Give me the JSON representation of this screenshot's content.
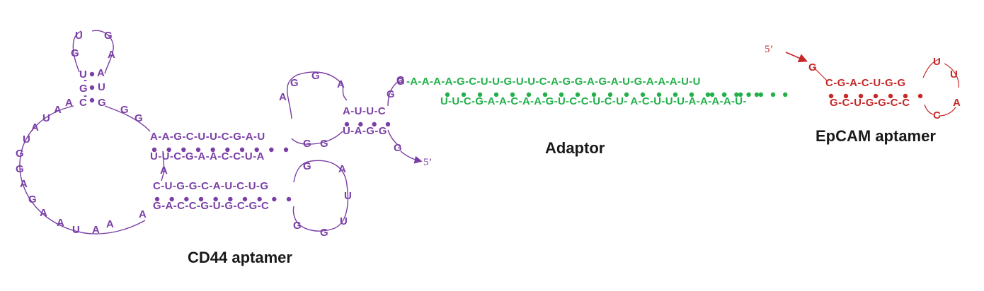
{
  "colors": {
    "cd44": "#7a3fa6",
    "adaptor": "#22b04b",
    "epcam": "#c62828",
    "label": "#1a1a1a"
  },
  "labels": {
    "cd44": "CD44 aptamer",
    "adaptor": "Adaptor",
    "epcam": "EpCAM aptamer"
  },
  "five_prime": {
    "cd44": "5’",
    "epcam": "5’"
  },
  "cd44": {
    "top_loop": [
      "U",
      "G",
      "G",
      "A"
    ],
    "top_stem_left": [
      "U",
      "G",
      "C"
    ],
    "top_stem_right": [
      "A",
      "U",
      "G"
    ],
    "left_loop": [
      "A",
      "A",
      "U",
      "A",
      "U",
      "G",
      "G",
      "A",
      "G",
      "A",
      "A",
      "U",
      "A",
      "A"
    ],
    "top_junction": [
      "G",
      "G"
    ],
    "upper_stem_top": "A-A-G-C-U-U-C-G-A-U",
    "upper_stem_bottom": "U-U-C-G-A-A-C-C-U-A",
    "mid_loop": [
      "A",
      "G",
      "G",
      "A"
    ],
    "mid_loop_bottom": [
      "G",
      "G"
    ],
    "right_stem_top": "A-U-U-C",
    "right_stem_bottom": "U-A-G-G",
    "right_tail_top": [
      "G",
      "G"
    ],
    "right_tail_bottom": "G",
    "bulge": "A",
    "lower_stem_top": "C-U-G-G-C-A-U-C-U-G",
    "lower_stem_bottom": "G-A-C-C-G-U-G-C-G-C",
    "lower_loop": [
      "G",
      "A",
      "U",
      "U",
      "G"
    ]
  },
  "adaptor": {
    "top": "G-A-A-A-A-G-C-U-U-G-U-U-C-A-G-G-A-G-A-U-G-A-A-A-U-U",
    "bottom": "U-U-C-G-A-A-C-A-A-G-U-C-C-U-C-U-  A-C-U-U-U-A-A-A-A-U-"
  },
  "epcam": {
    "top_start": "G",
    "top_stem": "C-G-A-C-U-G-G",
    "bottom_stem": "G-C-U-G-G-C-C",
    "loop": [
      "U",
      "U",
      "A",
      "C"
    ]
  }
}
